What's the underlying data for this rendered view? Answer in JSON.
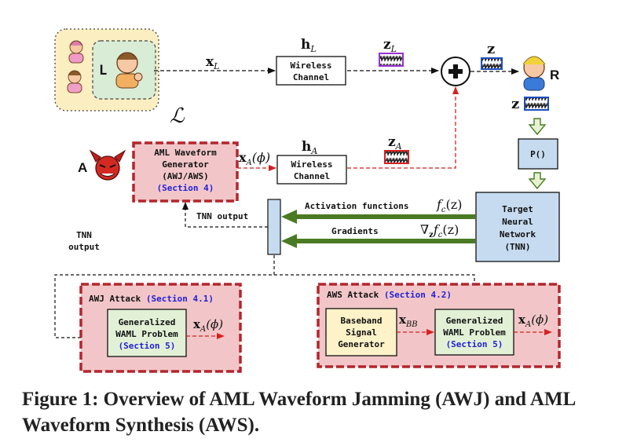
{
  "legit": {
    "L_label": "L",
    "set_symbol": "ℒ"
  },
  "top_path": {
    "x_L": "x",
    "x_L_sub": "L",
    "h_L": "h",
    "h_L_sub": "L",
    "channel_line1": "Wireless",
    "channel_line2": "Channel",
    "z_L": "z",
    "z_L_sub": "L",
    "z": "z",
    "R_label": "R",
    "z_rx": "z",
    "p_block": "P()"
  },
  "adversary": {
    "A_label": "A",
    "gen_line1": "AML Waveform",
    "gen_line2": "Generator",
    "gen_line3": "(AWJ/AWS)",
    "gen_section": "(Section 4)",
    "x_A": "x",
    "x_A_sub": "A",
    "x_A_arg": "(ϕ)",
    "h_A": "h",
    "h_A_sub": "A",
    "channel_line1": "Wireless",
    "channel_line2": "Channel",
    "z_A": "z",
    "z_A_sub": "A"
  },
  "tnn": {
    "line1": "Target",
    "line2": "Neural",
    "line3": "Network",
    "line4": "(TNN)",
    "activation_label": "Activation functions",
    "gradients_label": "Gradients",
    "f_c_z": "f",
    "f_c_sub": "c",
    "f_c_arg": "(z)",
    "grad_symbol": "∇",
    "grad_sub": "z",
    "grad_f": "f",
    "grad_f_sub": "c",
    "grad_arg": "(z)",
    "tnn_output_right": "TNN output",
    "tnn_output_left_1": "TNN",
    "tnn_output_left_2": "output"
  },
  "awj": {
    "title": "AWJ Attack",
    "section": "(Section 4.1)",
    "box_line1": "Generalized",
    "box_line2": "WAML Problem",
    "box_section": "(Section 5)",
    "out": "x",
    "out_sub": "A",
    "out_arg": "(ϕ)"
  },
  "aws": {
    "title": "AWS Attack",
    "section": "(Section 4.2)",
    "base_line1": "Baseband",
    "base_line2": "Signal",
    "base_line3": "Generator",
    "x_BB": "x",
    "x_BB_sub": "BB",
    "box_line1": "Generalized",
    "box_line2": "WAML Problem",
    "box_section": "(Section 5)",
    "out": "x",
    "out_sub": "A",
    "out_arg": "(ϕ)"
  },
  "caption": "Figure 1: Overview of AML Waveform Jamming (AWJ) and AML Waveform Synthesis (AWS).",
  "colors": {
    "legit_bg": "#fbefc2",
    "legit_inner": "#d8ecd6",
    "red_box": "#f2c6c8",
    "red_border": "#b2262d",
    "blue_box": "#c6dbf0",
    "green_box": "#e2f0d6",
    "yellow_box": "#fdf2c8",
    "arrow_green": "#4a7a24",
    "section_blue": "#1f1fd8"
  }
}
